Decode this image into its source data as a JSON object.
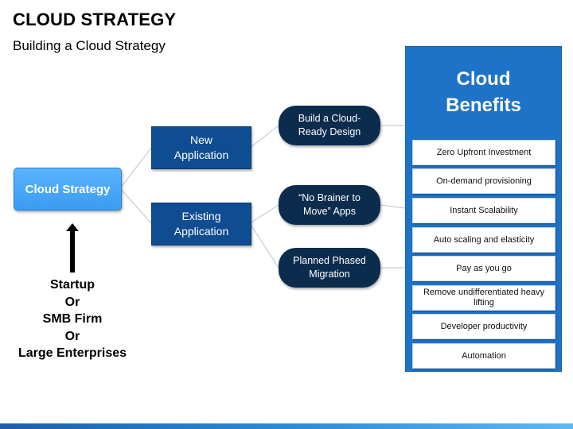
{
  "header": {
    "title": "CLOUD STRATEGY",
    "subtitle": "Building a Cloud Strategy"
  },
  "diagram": {
    "root": "Cloud Strategy",
    "branches": [
      {
        "label": "New\nApplication"
      },
      {
        "label": "Existing\nApplication"
      }
    ],
    "outcomes": [
      {
        "label": "Build a Cloud-\nReady Design"
      },
      {
        "label": "“No Brainer to\nMove” Apps"
      },
      {
        "label": "Planned Phased\nMigration"
      }
    ],
    "organizations": [
      "Startup",
      "Or",
      "SMB Firm",
      "Or",
      "Large Enterprises"
    ]
  },
  "panel": {
    "title": "Cloud\nBenefits",
    "benefits": [
      "Zero Upfront Investment",
      "On-demand provisioning",
      "Instant Scalability",
      "Auto scaling and elasticity",
      "Pay as you go",
      "Remove undifferentiated heavy lifting",
      "Developer productivity",
      "Automation"
    ]
  },
  "colors": {
    "root_box": "#3a9bf0",
    "branch_box": "#0f4c91",
    "outcome_pill": "#0c2c4e",
    "panel": "#1e73c8",
    "connector": "#b7c3cf"
  }
}
